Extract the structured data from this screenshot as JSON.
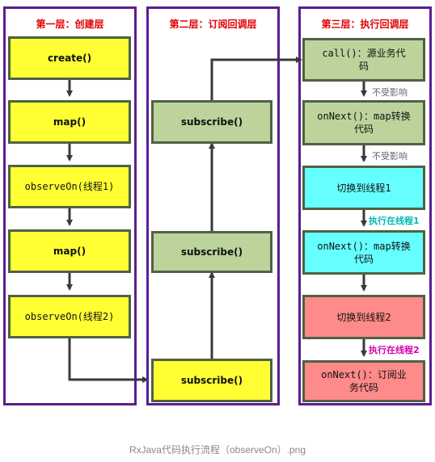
{
  "columns": {
    "layer1": {
      "title": "第一层：创建层"
    },
    "layer2": {
      "title": "第二层：订阅回调层"
    },
    "layer3": {
      "title": "第三层：执行回调层"
    }
  },
  "nodes": {
    "create": "create()",
    "map1": "map()",
    "observeOn1": "observeOn(线程1)",
    "map2": "map()",
    "observeOn2": "observeOn(线程2)",
    "subscribe_top": "subscribe()",
    "subscribe_mid": "subscribe()",
    "subscribe_bottom": "subscribe()",
    "call_line1": "call()：源业务代",
    "call_line2": "码",
    "onnext1_line1": "onNext()：map转换",
    "onnext1_line2": "代码",
    "switch1": "切换到线程1",
    "onnext2_line1": "onNext()：map转换",
    "onnext2_line2": "代码",
    "switch2": "切换到线程2",
    "onnext3_line1": "onNext()：订阅业",
    "onnext3_line2": "务代码"
  },
  "labels": {
    "no_effect_1": "不受影响",
    "no_effect_2": "不受影响",
    "exec_thread1": "执行在线程1",
    "exec_thread2": "执行在线程2"
  },
  "caption": "RxJava代码执行流程（observeOn）.png",
  "colors": {
    "border": "#5a1e91",
    "title": "#e00000",
    "yellow": "#ffff33",
    "green": "#bcd49c",
    "cyan": "#66ffff",
    "pink": "#ff8a8a",
    "arrow": "#3a3a3a"
  }
}
